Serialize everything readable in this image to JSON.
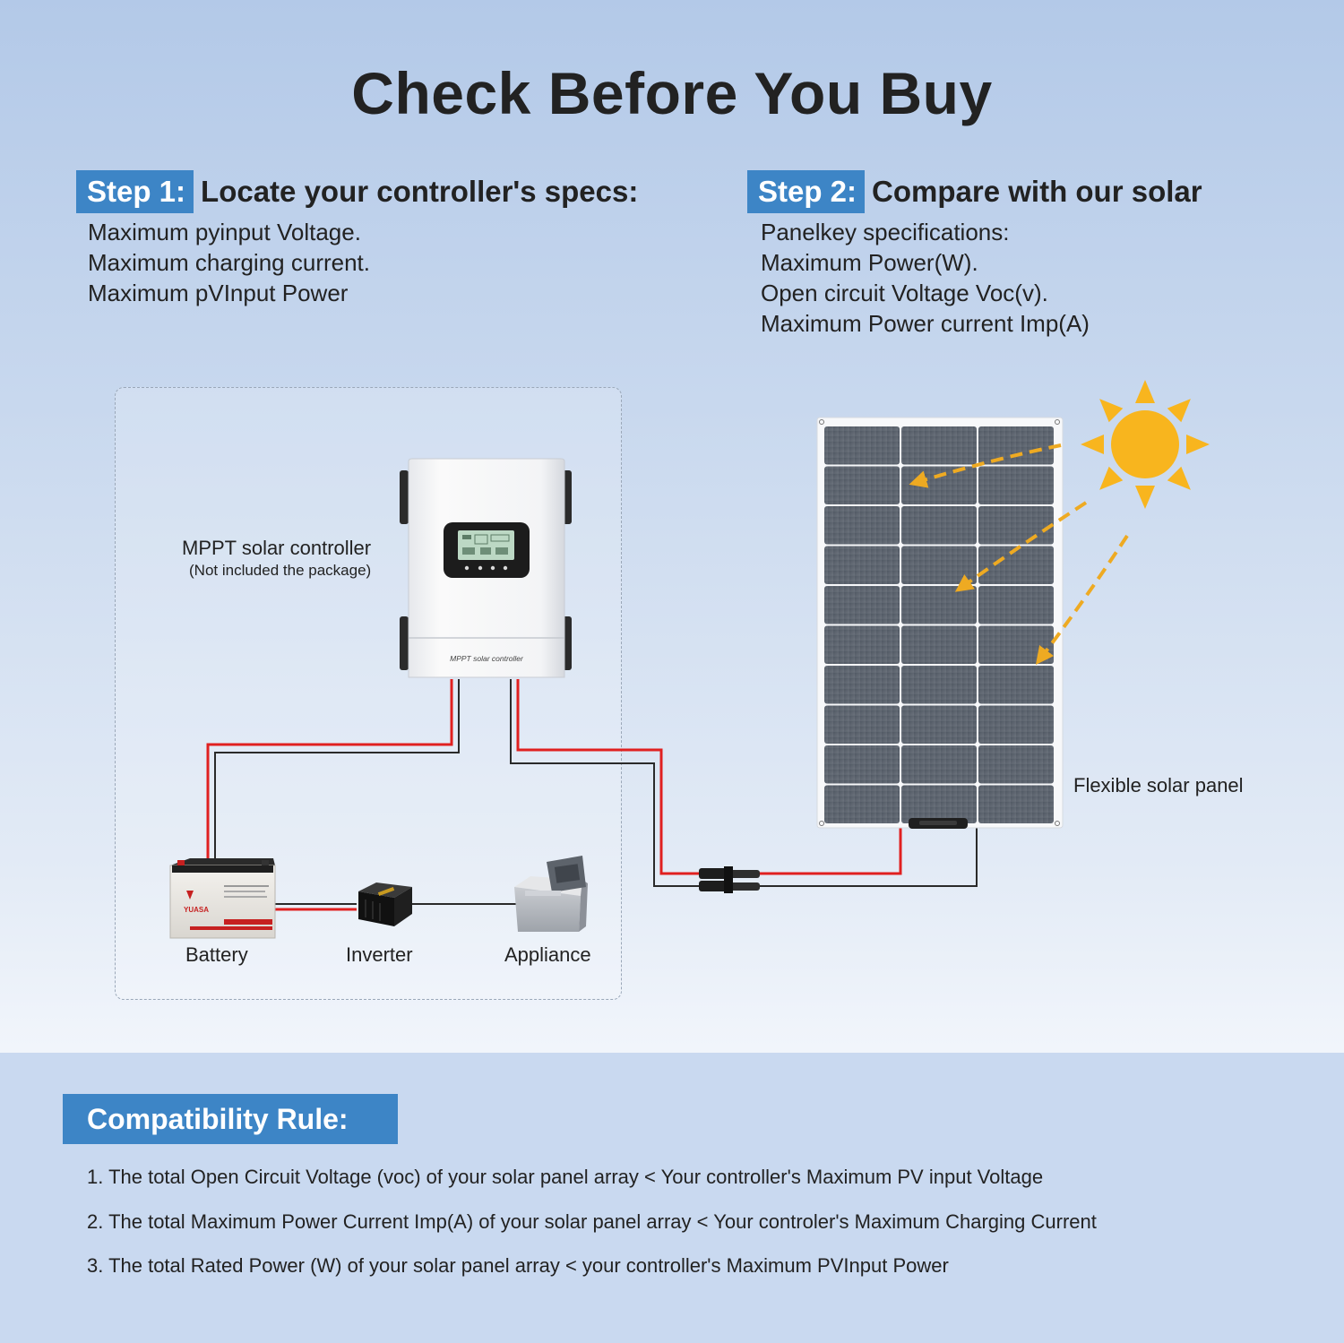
{
  "title": "Check Before You Buy",
  "step1": {
    "badge": "Step 1:",
    "heading": "Locate your controller's specs:",
    "lines": [
      "Maximum pyinput Voltage.",
      "Maximum charging current.",
      "Maximum pVInput Power"
    ]
  },
  "step2": {
    "badge": "Step 2:",
    "heading": "Compare with our solar",
    "lines": [
      "Panelkey specifications:",
      "Maximum Power(W).",
      "Open circuit Voltage Voc(v).",
      "Maximum Power current Imp(A)"
    ]
  },
  "diagram": {
    "controller_label": "MPPT solar controller",
    "controller_note": "(Not included the package)",
    "controller_device_text": "MPPT solar controller",
    "battery_brand": "YUASA",
    "battery_label": "Battery",
    "inverter_label": "Inverter",
    "appliance_label": "Appliance",
    "panel_label": "Flexible solar panel",
    "colors": {
      "positive_wire": "#e02020",
      "negative_wire": "#2a2a2a",
      "sun": "#f8b51e",
      "ray": "#eeaa22",
      "accent": "#3d85c6"
    }
  },
  "rule": {
    "heading": "Compatibility Rule:",
    "items": [
      "1. The total Open Circuit Voltage (voc) of your solar panel array < Your controller's Maximum PV input Voltage",
      "2. The total Maximum Power Current Imp(A) of your solar panel array < Your controler's Maximum Charging Current",
      "3. The total Rated Power (W) of your solar panel array < your controller's Maximum PVInput Power"
    ]
  }
}
